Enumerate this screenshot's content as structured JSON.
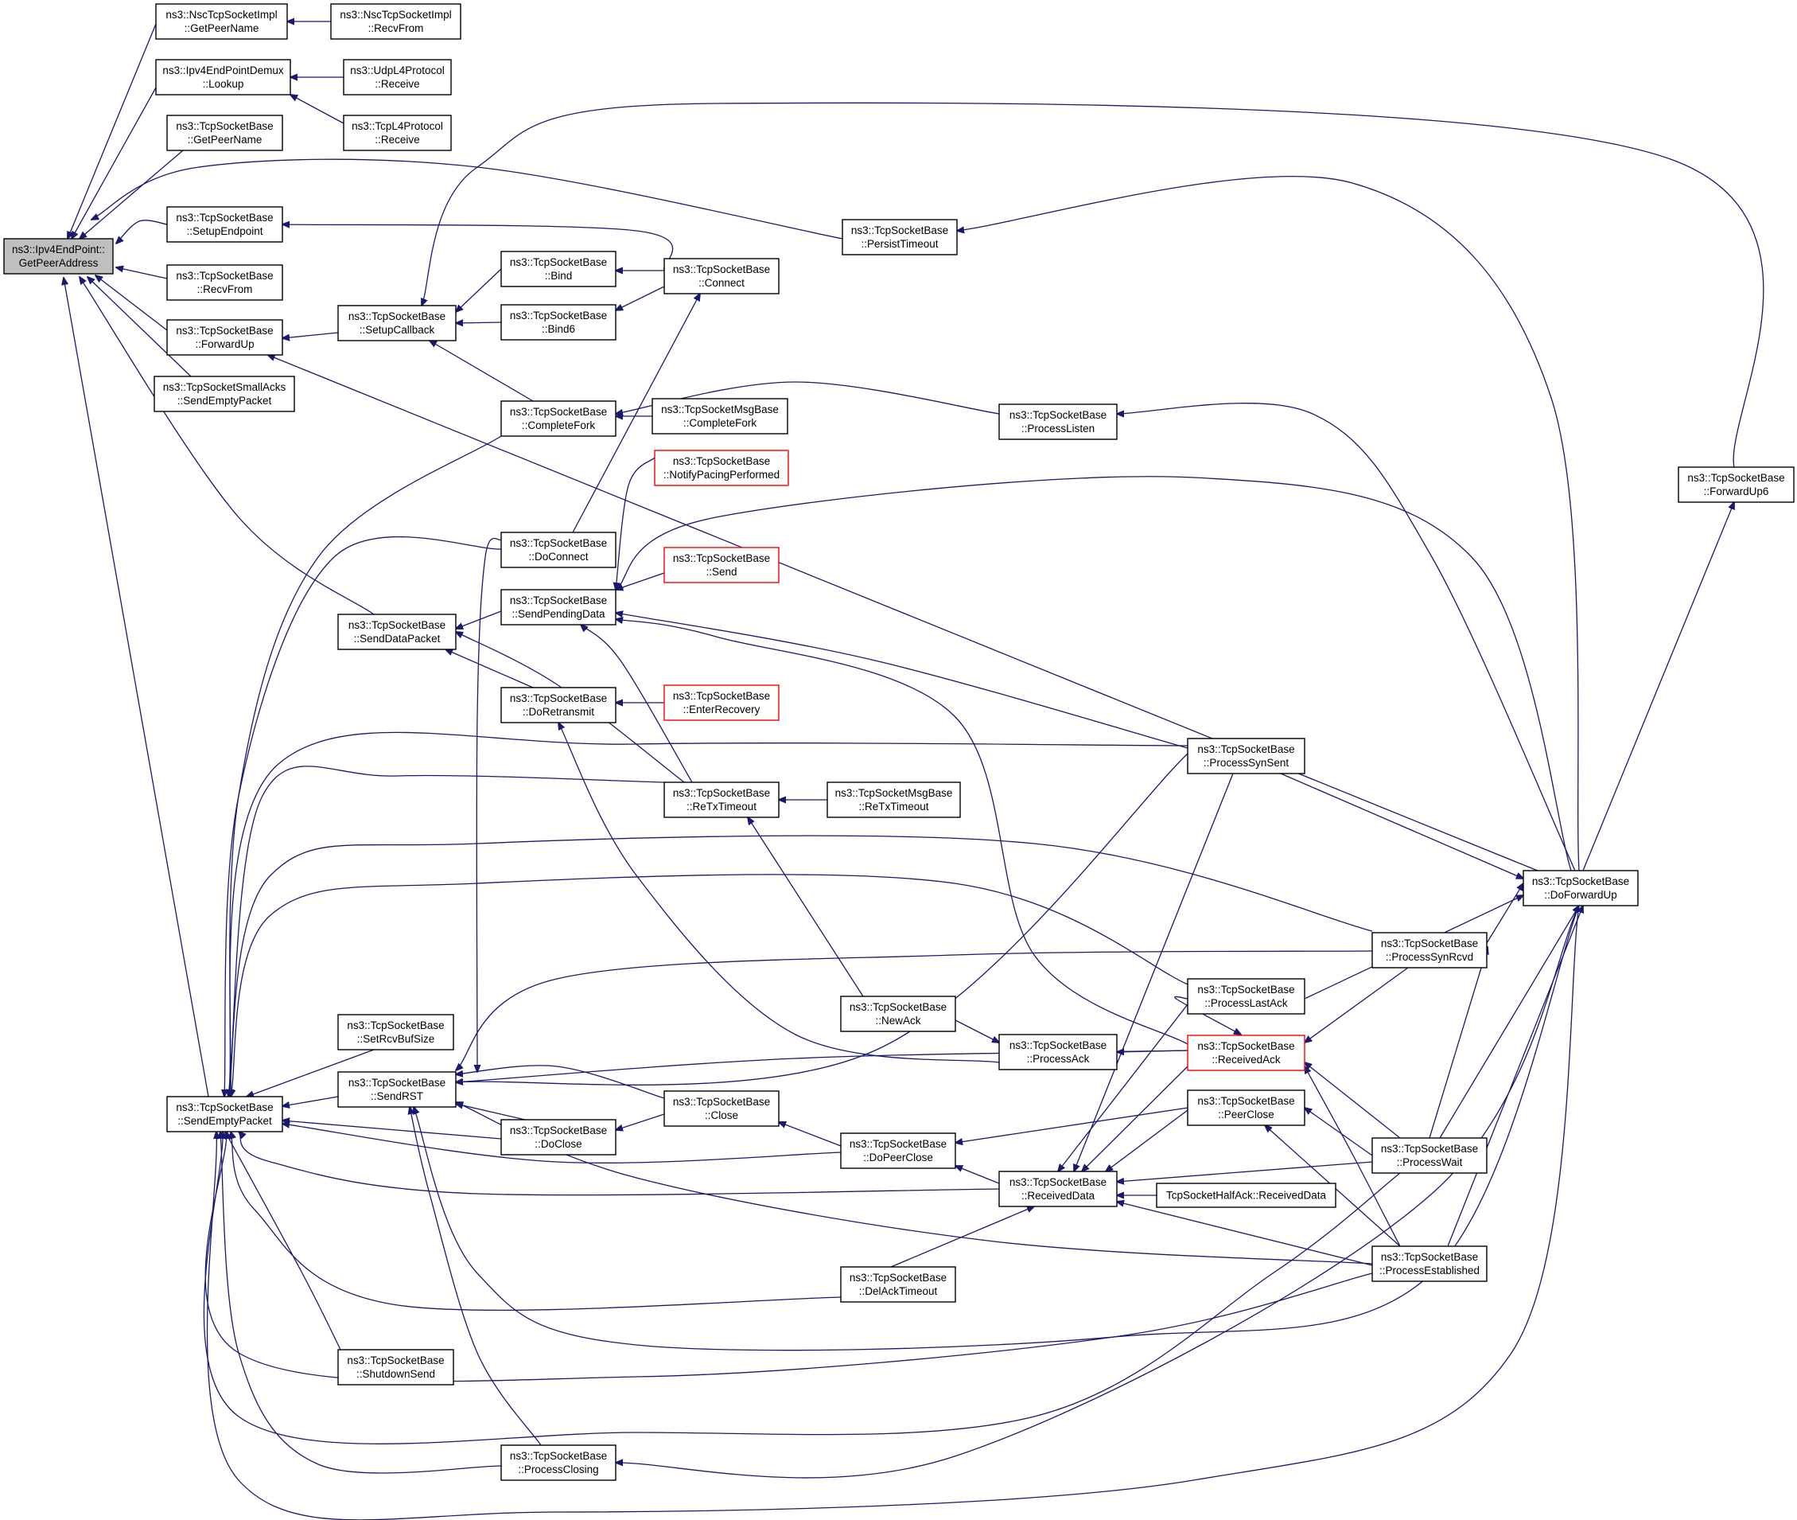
{
  "diagram": {
    "type": "caller-graph",
    "colors": {
      "edge": "#191970",
      "node_border": "#000000",
      "node_border_truncated": "#ff0000",
      "current_node_fill": "#bfbfbf",
      "background": "#ffffff"
    },
    "nodes": [
      {
        "id": "gpa",
        "lines": [
          "ns3::Ipv4EndPoint::",
          "GetPeerAddress"
        ],
        "current": true
      },
      {
        "id": "nsc_gpn",
        "lines": [
          "ns3::NscTcpSocketImpl",
          "::GetPeerName"
        ]
      },
      {
        "id": "nsc_rf",
        "lines": [
          "ns3::NscTcpSocketImpl",
          "::RecvFrom"
        ]
      },
      {
        "id": "demux",
        "lines": [
          "ns3::Ipv4EndPointDemux",
          "::Lookup"
        ]
      },
      {
        "id": "udp",
        "lines": [
          "ns3::UdpL4Protocol",
          "::Receive"
        ]
      },
      {
        "id": "tcpl4",
        "lines": [
          "ns3::TcpL4Protocol",
          "::Receive"
        ]
      },
      {
        "id": "tsb_gpn",
        "lines": [
          "ns3::TcpSocketBase",
          "::GetPeerName"
        ]
      },
      {
        "id": "setup_ep",
        "lines": [
          "ns3::TcpSocketBase",
          "::SetupEndpoint"
        ]
      },
      {
        "id": "recvfrom",
        "lines": [
          "ns3::TcpSocketBase",
          "::RecvFrom"
        ]
      },
      {
        "id": "forwardup",
        "lines": [
          "ns3::TcpSocketBase",
          "::ForwardUp"
        ]
      },
      {
        "id": "small_acks",
        "lines": [
          "ns3::TcpSocketSmallAcks",
          "::SendEmptyPacket"
        ]
      },
      {
        "id": "setup_cb",
        "lines": [
          "ns3::TcpSocketBase",
          "::SetupCallback"
        ]
      },
      {
        "id": "bind",
        "lines": [
          "ns3::TcpSocketBase",
          "::Bind"
        ]
      },
      {
        "id": "bind6",
        "lines": [
          "ns3::TcpSocketBase",
          "::Bind6"
        ]
      },
      {
        "id": "connect",
        "lines": [
          "ns3::TcpSocketBase",
          "::Connect"
        ]
      },
      {
        "id": "persist",
        "lines": [
          "ns3::TcpSocketBase",
          "::PersistTimeout"
        ]
      },
      {
        "id": "complete_fork",
        "lines": [
          "ns3::TcpSocketBase",
          "::CompleteFork"
        ]
      },
      {
        "id": "msg_cf",
        "lines": [
          "ns3::TcpSocketMsgBase",
          "::CompleteFork"
        ]
      },
      {
        "id": "proc_listen",
        "lines": [
          "ns3::TcpSocketBase",
          "::ProcessListen"
        ]
      },
      {
        "id": "notify_pacing",
        "lines": [
          "ns3::TcpSocketBase",
          "::NotifyPacingPerformed"
        ],
        "truncated": true
      },
      {
        "id": "forwardup6",
        "lines": [
          "ns3::TcpSocketBase",
          "::ForwardUp6"
        ]
      },
      {
        "id": "doconnect",
        "lines": [
          "ns3::TcpSocketBase",
          "::DoConnect"
        ]
      },
      {
        "id": "send",
        "lines": [
          "ns3::TcpSocketBase",
          "::Send"
        ],
        "truncated": true
      },
      {
        "id": "spd",
        "lines": [
          "ns3::TcpSocketBase",
          "::SendPendingData"
        ]
      },
      {
        "id": "sdp",
        "lines": [
          "ns3::TcpSocketBase",
          "::SendDataPacket"
        ]
      },
      {
        "id": "doretransmit",
        "lines": [
          "ns3::TcpSocketBase",
          "::DoRetransmit"
        ]
      },
      {
        "id": "enter_rec",
        "lines": [
          "ns3::TcpSocketBase",
          "::EnterRecovery"
        ],
        "truncated": true
      },
      {
        "id": "proc_synsent",
        "lines": [
          "ns3::TcpSocketBase",
          "::ProcessSynSent"
        ]
      },
      {
        "id": "retx",
        "lines": [
          "ns3::TcpSocketBase",
          "::ReTxTimeout"
        ]
      },
      {
        "id": "msg_retx",
        "lines": [
          "ns3::TcpSocketMsgBase",
          "::ReTxTimeout"
        ]
      },
      {
        "id": "doforwardup",
        "lines": [
          "ns3::TcpSocketBase",
          "::DoForwardUp"
        ]
      },
      {
        "id": "proc_synrcvd",
        "lines": [
          "ns3::TcpSocketBase",
          "::ProcessSynRcvd"
        ]
      },
      {
        "id": "proc_lastack",
        "lines": [
          "ns3::TcpSocketBase",
          "::ProcessLastAck"
        ]
      },
      {
        "id": "newack",
        "lines": [
          "ns3::TcpSocketBase",
          "::NewAck"
        ]
      },
      {
        "id": "setrcvbuf",
        "lines": [
          "ns3::TcpSocketBase",
          "::SetRcvBufSize"
        ]
      },
      {
        "id": "proc_ack",
        "lines": [
          "ns3::TcpSocketBase",
          "::ProcessAck"
        ]
      },
      {
        "id": "recv_ack",
        "lines": [
          "ns3::TcpSocketBase",
          "::ReceivedAck"
        ],
        "truncated": true
      },
      {
        "id": "sep",
        "lines": [
          "ns3::TcpSocketBase",
          "::SendEmptyPacket"
        ]
      },
      {
        "id": "sendrst",
        "lines": [
          "ns3::TcpSocketBase",
          "::SendRST"
        ]
      },
      {
        "id": "close",
        "lines": [
          "ns3::TcpSocketBase",
          "::Close"
        ]
      },
      {
        "id": "peerclose",
        "lines": [
          "ns3::TcpSocketBase",
          "::PeerClose"
        ]
      },
      {
        "id": "doclose",
        "lines": [
          "ns3::TcpSocketBase",
          "::DoClose"
        ]
      },
      {
        "id": "dopeerclose",
        "lines": [
          "ns3::TcpSocketBase",
          "::DoPeerClose"
        ]
      },
      {
        "id": "proc_wait",
        "lines": [
          "ns3::TcpSocketBase",
          "::ProcessWait"
        ]
      },
      {
        "id": "recv_data",
        "lines": [
          "ns3::TcpSocketBase",
          "::ReceivedData"
        ]
      },
      {
        "id": "halfack",
        "lines": [
          "TcpSocketHalfAck::ReceivedData"
        ]
      },
      {
        "id": "proc_est",
        "lines": [
          "ns3::TcpSocketBase",
          "::ProcessEstablished"
        ]
      },
      {
        "id": "delack",
        "lines": [
          "ns3::TcpSocketBase",
          "::DelAckTimeout"
        ]
      },
      {
        "id": "shutdown",
        "lines": [
          "ns3::TcpSocketBase",
          "::ShutdownSend"
        ]
      },
      {
        "id": "proc_closing",
        "lines": [
          "ns3::TcpSocketBase",
          "::ProcessClosing"
        ]
      }
    ],
    "edges": [
      {
        "from": "nsc_gpn",
        "to": "gpa"
      },
      {
        "from": "demux",
        "to": "gpa"
      },
      {
        "from": "tsb_gpn",
        "to": "gpa"
      },
      {
        "from": "persist",
        "to": "gpa"
      },
      {
        "from": "setup_ep",
        "to": "gpa"
      },
      {
        "from": "recvfrom",
        "to": "gpa"
      },
      {
        "from": "forwardup",
        "to": "gpa"
      },
      {
        "from": "small_acks",
        "to": "gpa"
      },
      {
        "from": "sdp",
        "to": "gpa"
      },
      {
        "from": "sep",
        "to": "gpa"
      },
      {
        "from": "nsc_rf",
        "to": "nsc_gpn"
      },
      {
        "from": "udp",
        "to": "demux"
      },
      {
        "from": "tcpl4",
        "to": "demux"
      },
      {
        "from": "connect",
        "to": "setup_ep"
      },
      {
        "from": "setup_cb",
        "to": "forwardup"
      },
      {
        "from": "bind",
        "to": "setup_cb"
      },
      {
        "from": "bind6",
        "to": "setup_cb"
      },
      {
        "from": "complete_fork",
        "to": "setup_cb"
      },
      {
        "from": "connect",
        "to": "bind"
      },
      {
        "from": "connect",
        "to": "bind6"
      },
      {
        "from": "doconnect",
        "to": "connect"
      },
      {
        "from": "doforwardup",
        "to": "persist"
      },
      {
        "from": "msg_cf",
        "to": "complete_fork"
      },
      {
        "from": "proc_listen",
        "to": "complete_fork"
      },
      {
        "from": "doforwardup",
        "to": "proc_listen"
      },
      {
        "from": "doforwardup",
        "to": "forwardup"
      },
      {
        "from": "doforwardup",
        "to": "forwardup6"
      },
      {
        "from": "forwardup6",
        "to": "setup_cb"
      },
      {
        "from": "notify_pacing",
        "to": "spd"
      },
      {
        "from": "send",
        "to": "spd"
      },
      {
        "from": "doforwardup",
        "to": "spd"
      },
      {
        "from": "proc_synsent",
        "to": "spd"
      },
      {
        "from": "recv_ack",
        "to": "spd"
      },
      {
        "from": "retx",
        "to": "spd"
      },
      {
        "from": "spd",
        "to": "sdp"
      },
      {
        "from": "doretransmit",
        "to": "sdp"
      },
      {
        "from": "retx",
        "to": "sdp"
      },
      {
        "from": "enter_rec",
        "to": "doretransmit"
      },
      {
        "from": "proc_ack",
        "to": "doretransmit"
      },
      {
        "from": "msg_retx",
        "to": "retx"
      },
      {
        "from": "newack",
        "to": "retx"
      },
      {
        "from": "newack",
        "to": "proc_ack"
      },
      {
        "from": "recv_ack",
        "to": "proc_ack"
      },
      {
        "from": "proc_lastack",
        "to": "recv_ack"
      },
      {
        "from": "proc_synrcvd",
        "to": "recv_ack"
      },
      {
        "from": "proc_wait",
        "to": "recv_ack"
      },
      {
        "from": "proc_est",
        "to": "recv_ack"
      },
      {
        "from": "proc_synrcvd",
        "to": "doforwardup"
      },
      {
        "from": "proc_lastack",
        "to": "doforwardup"
      },
      {
        "from": "proc_synsent",
        "to": "doforwardup"
      },
      {
        "from": "proc_wait",
        "to": "proc_synrcvd"
      },
      {
        "from": "proc_est",
        "to": "doforwardup"
      },
      {
        "from": "proc_wait",
        "to": "doforwardup"
      },
      {
        "from": "complete_fork",
        "to": "sep"
      },
      {
        "from": "doconnect",
        "to": "sep"
      },
      {
        "from": "retx",
        "to": "sep"
      },
      {
        "from": "proc_synsent",
        "to": "sep"
      },
      {
        "from": "proc_synrcvd",
        "to": "sep"
      },
      {
        "from": "proc_lastack",
        "to": "sep"
      },
      {
        "from": "setrcvbuf",
        "to": "sep"
      },
      {
        "from": "sendrst",
        "to": "sep"
      },
      {
        "from": "doclose",
        "to": "sep"
      },
      {
        "from": "dopeerclose",
        "to": "sep"
      },
      {
        "from": "recv_data",
        "to": "sep"
      },
      {
        "from": "delack",
        "to": "sep"
      },
      {
        "from": "proc_est",
        "to": "sep"
      },
      {
        "from": "proc_wait",
        "to": "sep"
      },
      {
        "from": "shutdown",
        "to": "sep"
      },
      {
        "from": "proc_closing",
        "to": "sep"
      },
      {
        "from": "doforwardup",
        "to": "sep"
      },
      {
        "from": "close",
        "to": "sendrst"
      },
      {
        "from": "doclose",
        "to": "sendrst"
      },
      {
        "from": "proc_synsent",
        "to": "sendrst"
      },
      {
        "from": "proc_synrcvd",
        "to": "sendrst"
      },
      {
        "from": "recv_ack",
        "to": "sendrst"
      },
      {
        "from": "proc_est",
        "to": "sendrst"
      },
      {
        "from": "proc_closing",
        "to": "sendrst"
      },
      {
        "from": "doconnect",
        "to": "sendrst"
      },
      {
        "from": "doforwardup",
        "to": "sendrst"
      },
      {
        "from": "close",
        "to": "doclose"
      },
      {
        "from": "dopeerclose",
        "to": "close"
      },
      {
        "from": "peerclose",
        "to": "dopeerclose"
      },
      {
        "from": "recv_data",
        "to": "dopeerclose"
      },
      {
        "from": "proc_est",
        "to": "peerclose"
      },
      {
        "from": "proc_wait",
        "to": "peerclose"
      },
      {
        "from": "halfack",
        "to": "recv_data"
      },
      {
        "from": "proc_est",
        "to": "recv_data"
      },
      {
        "from": "proc_wait",
        "to": "recv_data"
      },
      {
        "from": "proc_lastack",
        "to": "recv_data"
      },
      {
        "from": "peerclose",
        "to": "recv_data"
      },
      {
        "from": "recv_ack",
        "to": "recv_data"
      },
      {
        "from": "proc_synsent",
        "to": "recv_data"
      },
      {
        "from": "delack",
        "to": "recv_data"
      },
      {
        "from": "doforwardup",
        "to": "proc_closing"
      }
    ]
  }
}
